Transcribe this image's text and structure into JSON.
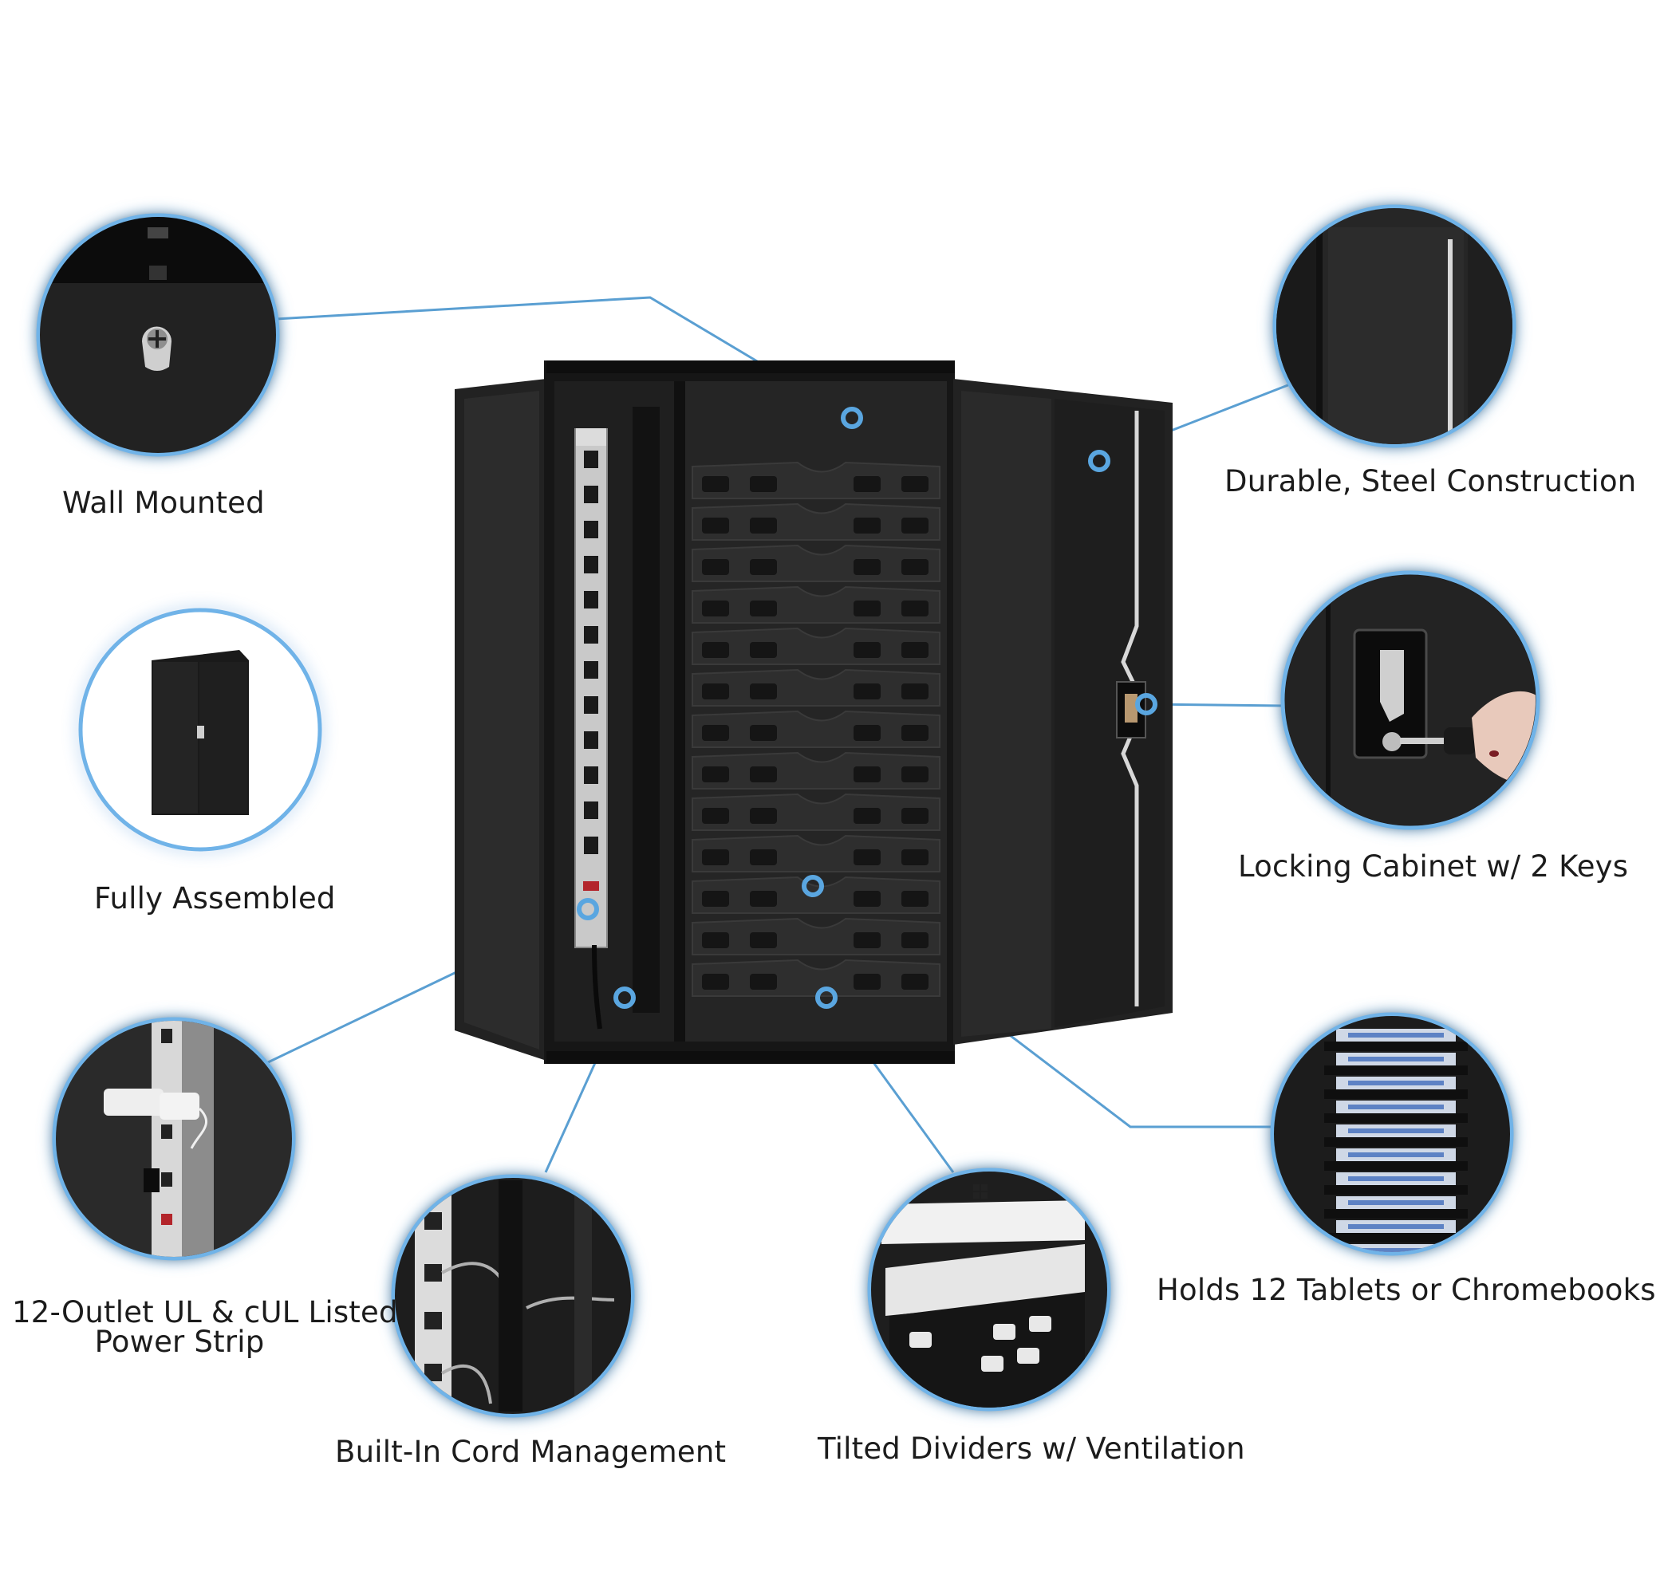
{
  "colors": {
    "accent": "#4e9ed6",
    "cabinet": "#1b1b1b",
    "background": "#ffffff"
  },
  "features": [
    {
      "id": "wall-mounted",
      "label": "Wall Mounted",
      "icon": "keyhole-mount-icon"
    },
    {
      "id": "fully-assembled",
      "label": "Fully Assembled",
      "icon": "assembled-cabinet-icon"
    },
    {
      "id": "power-strip",
      "label_line1": "12-Outlet UL & cUL Listed",
      "label_line2": "Power Strip",
      "icon": "power-strip-icon"
    },
    {
      "id": "cord-management",
      "label": "Built-In Cord Management",
      "icon": "cord-management-icon"
    },
    {
      "id": "tilted-dividers",
      "label": "Tilted Dividers w/ Ventilation",
      "icon": "tilted-divider-icon"
    },
    {
      "id": "holds-devices",
      "label": "Holds 12 Tablets or Chromebooks",
      "icon": "tablet-stack-icon"
    },
    {
      "id": "locking",
      "label": "Locking Cabinet w/ 2 Keys",
      "icon": "lock-key-icon"
    },
    {
      "id": "steel",
      "label": "Durable, Steel Construction",
      "icon": "steel-door-icon"
    }
  ]
}
